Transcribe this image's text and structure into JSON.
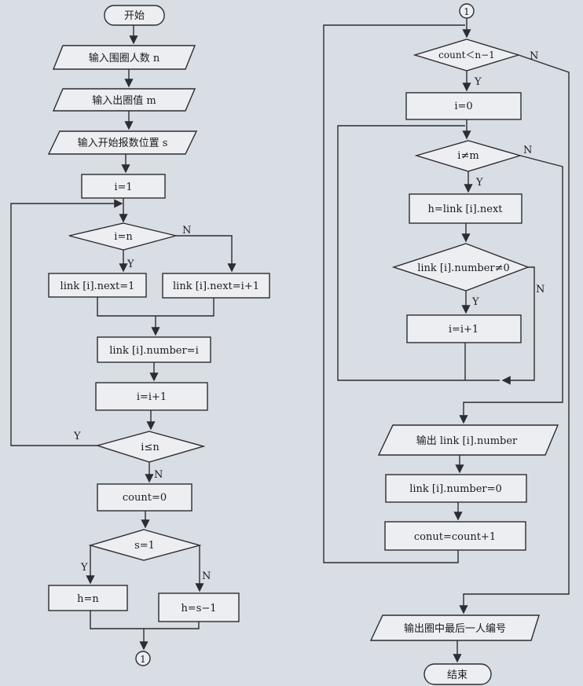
{
  "flowchart": {
    "left": {
      "start": "开始",
      "input_n": "输入围圈人数 n",
      "input_m": "输入出圈值 m",
      "input_s": "输入开始报数位置 s",
      "init_i": "i=1",
      "cond_i_eq_n": "i=n",
      "yes1": "Y",
      "no1": "N",
      "set_next_1": "link [i].next=1",
      "set_next_i1": "link [i].next=i+1",
      "set_number": "link [i].number=i",
      "inc_i": "i=i+1",
      "cond_i_le_n": "i≤n",
      "yes2": "Y",
      "no2": "N",
      "count0": "count=0",
      "cond_s1": "s=1",
      "yes3": "Y",
      "no3": "N",
      "h_n": "h=n",
      "h_s1": "h=s−1",
      "connector": "1"
    },
    "right": {
      "connector": "1",
      "cond_count": "count＜n−1",
      "yes1": "Y",
      "no1": "N",
      "i0": "i=0",
      "cond_i_ne_m": "i≠m",
      "yes2": "Y",
      "no2": "N",
      "h_next": "h=link [i].next",
      "cond_number": "link [i].number≠0",
      "yes3": "Y",
      "no3": "N",
      "inc_i": "i=i+1",
      "output_number": "输出 link [i].number",
      "set_zero": "link [i].number=0",
      "count_inc": "conut=count+1",
      "output_last": "输出圈中最后一人编号",
      "end": "结束"
    }
  }
}
